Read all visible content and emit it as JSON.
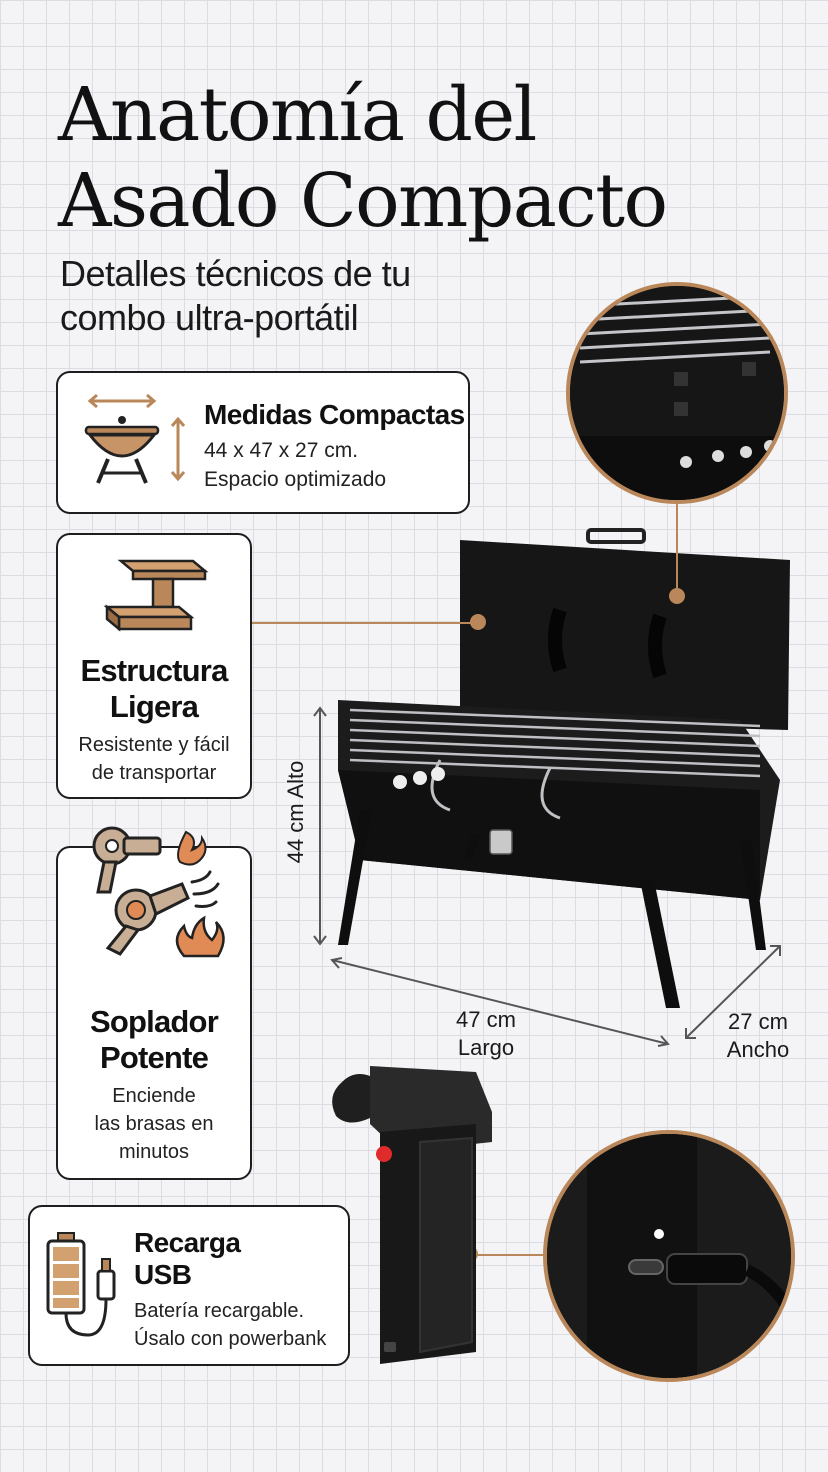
{
  "header": {
    "title_line1": "Anatomía del",
    "title_line2": "Asado Compacto",
    "subtitle_line1": "Detalles técnicos de tu",
    "subtitle_line2": "combo ultra-portátil"
  },
  "features": {
    "medidas": {
      "title": "Medidas Compactas",
      "line1": "44 x 47 x 27 cm.",
      "line2": "Espacio optimizado",
      "icon": "grill-dimensions-icon"
    },
    "estructura": {
      "title_line1": "Estructura",
      "title_line2": "Ligera",
      "line1": "Resistente y fácil",
      "line2": "de transportar",
      "icon": "steel-beam-icon"
    },
    "soplador": {
      "title_line1": "Soplador",
      "title_line2": "Potente",
      "line1": "Enciende",
      "line2": "las brasas en",
      "line3": "minutos",
      "icon": "blower-flame-icon"
    },
    "recarga": {
      "title_line1": "Recarga",
      "title_line2": "USB",
      "line1": "Batería recargable.",
      "line2": "Úsalo con powerbank",
      "icon": "battery-usb-icon"
    }
  },
  "dimensions": {
    "height": "44 cm Alto",
    "length_value": "47 cm",
    "length_label": "Largo",
    "width_value": "27 cm",
    "width_label": "Ancho"
  },
  "colors": {
    "accent": "#b9875a",
    "ink": "#141414",
    "background": "#f4f4f6"
  }
}
